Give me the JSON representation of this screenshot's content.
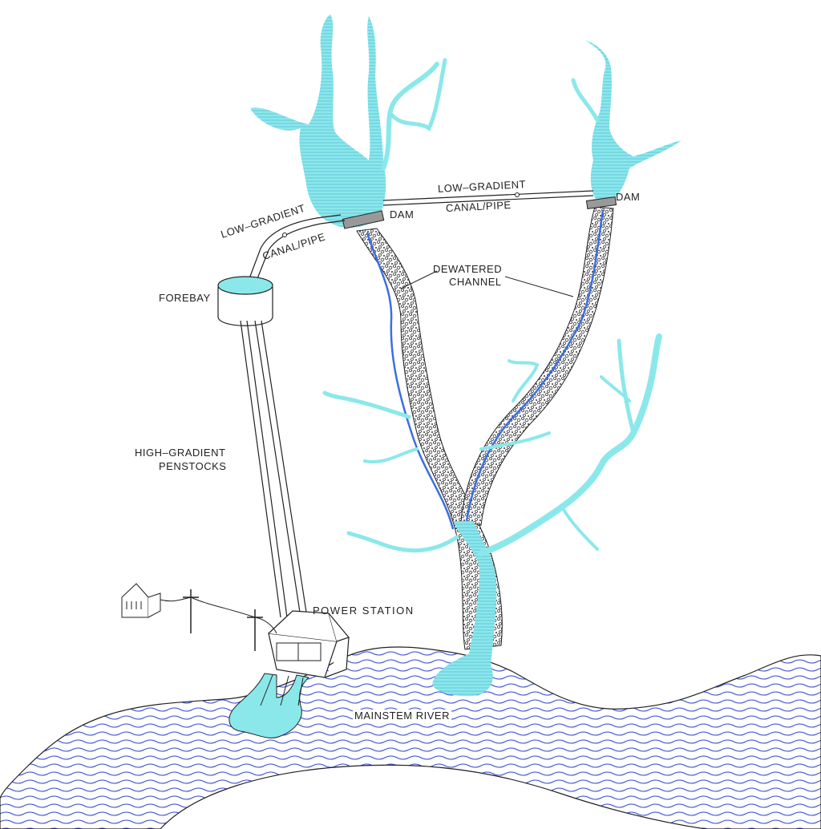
{
  "labels": {
    "low_gradient_top": "LOW–GRADIENT",
    "canal_pipe_top": "CANAL/PIPE",
    "dam_left": "DAM",
    "dam_right": "DAM",
    "low_gradient_left": "LOW–GRADIENT",
    "canal_pipe_left": "CANAL/PIPE",
    "dewatered": "DEWATERED",
    "channel": "CHANNEL",
    "forebay": "FOREBAY",
    "high_gradient": "HIGH–GRADIENT",
    "penstocks": "PENSTOCKS",
    "power_station": "POWER STATION",
    "mainstem_river": "MAINSTEM RIVER"
  },
  "colors": {
    "water": "#8be8ea",
    "water_lines": "#4466dd",
    "channel_bed": "#555555",
    "stream": "#3b6fe0",
    "river_wave": "#3344cc",
    "line": "#222222",
    "dam": "#999999"
  }
}
